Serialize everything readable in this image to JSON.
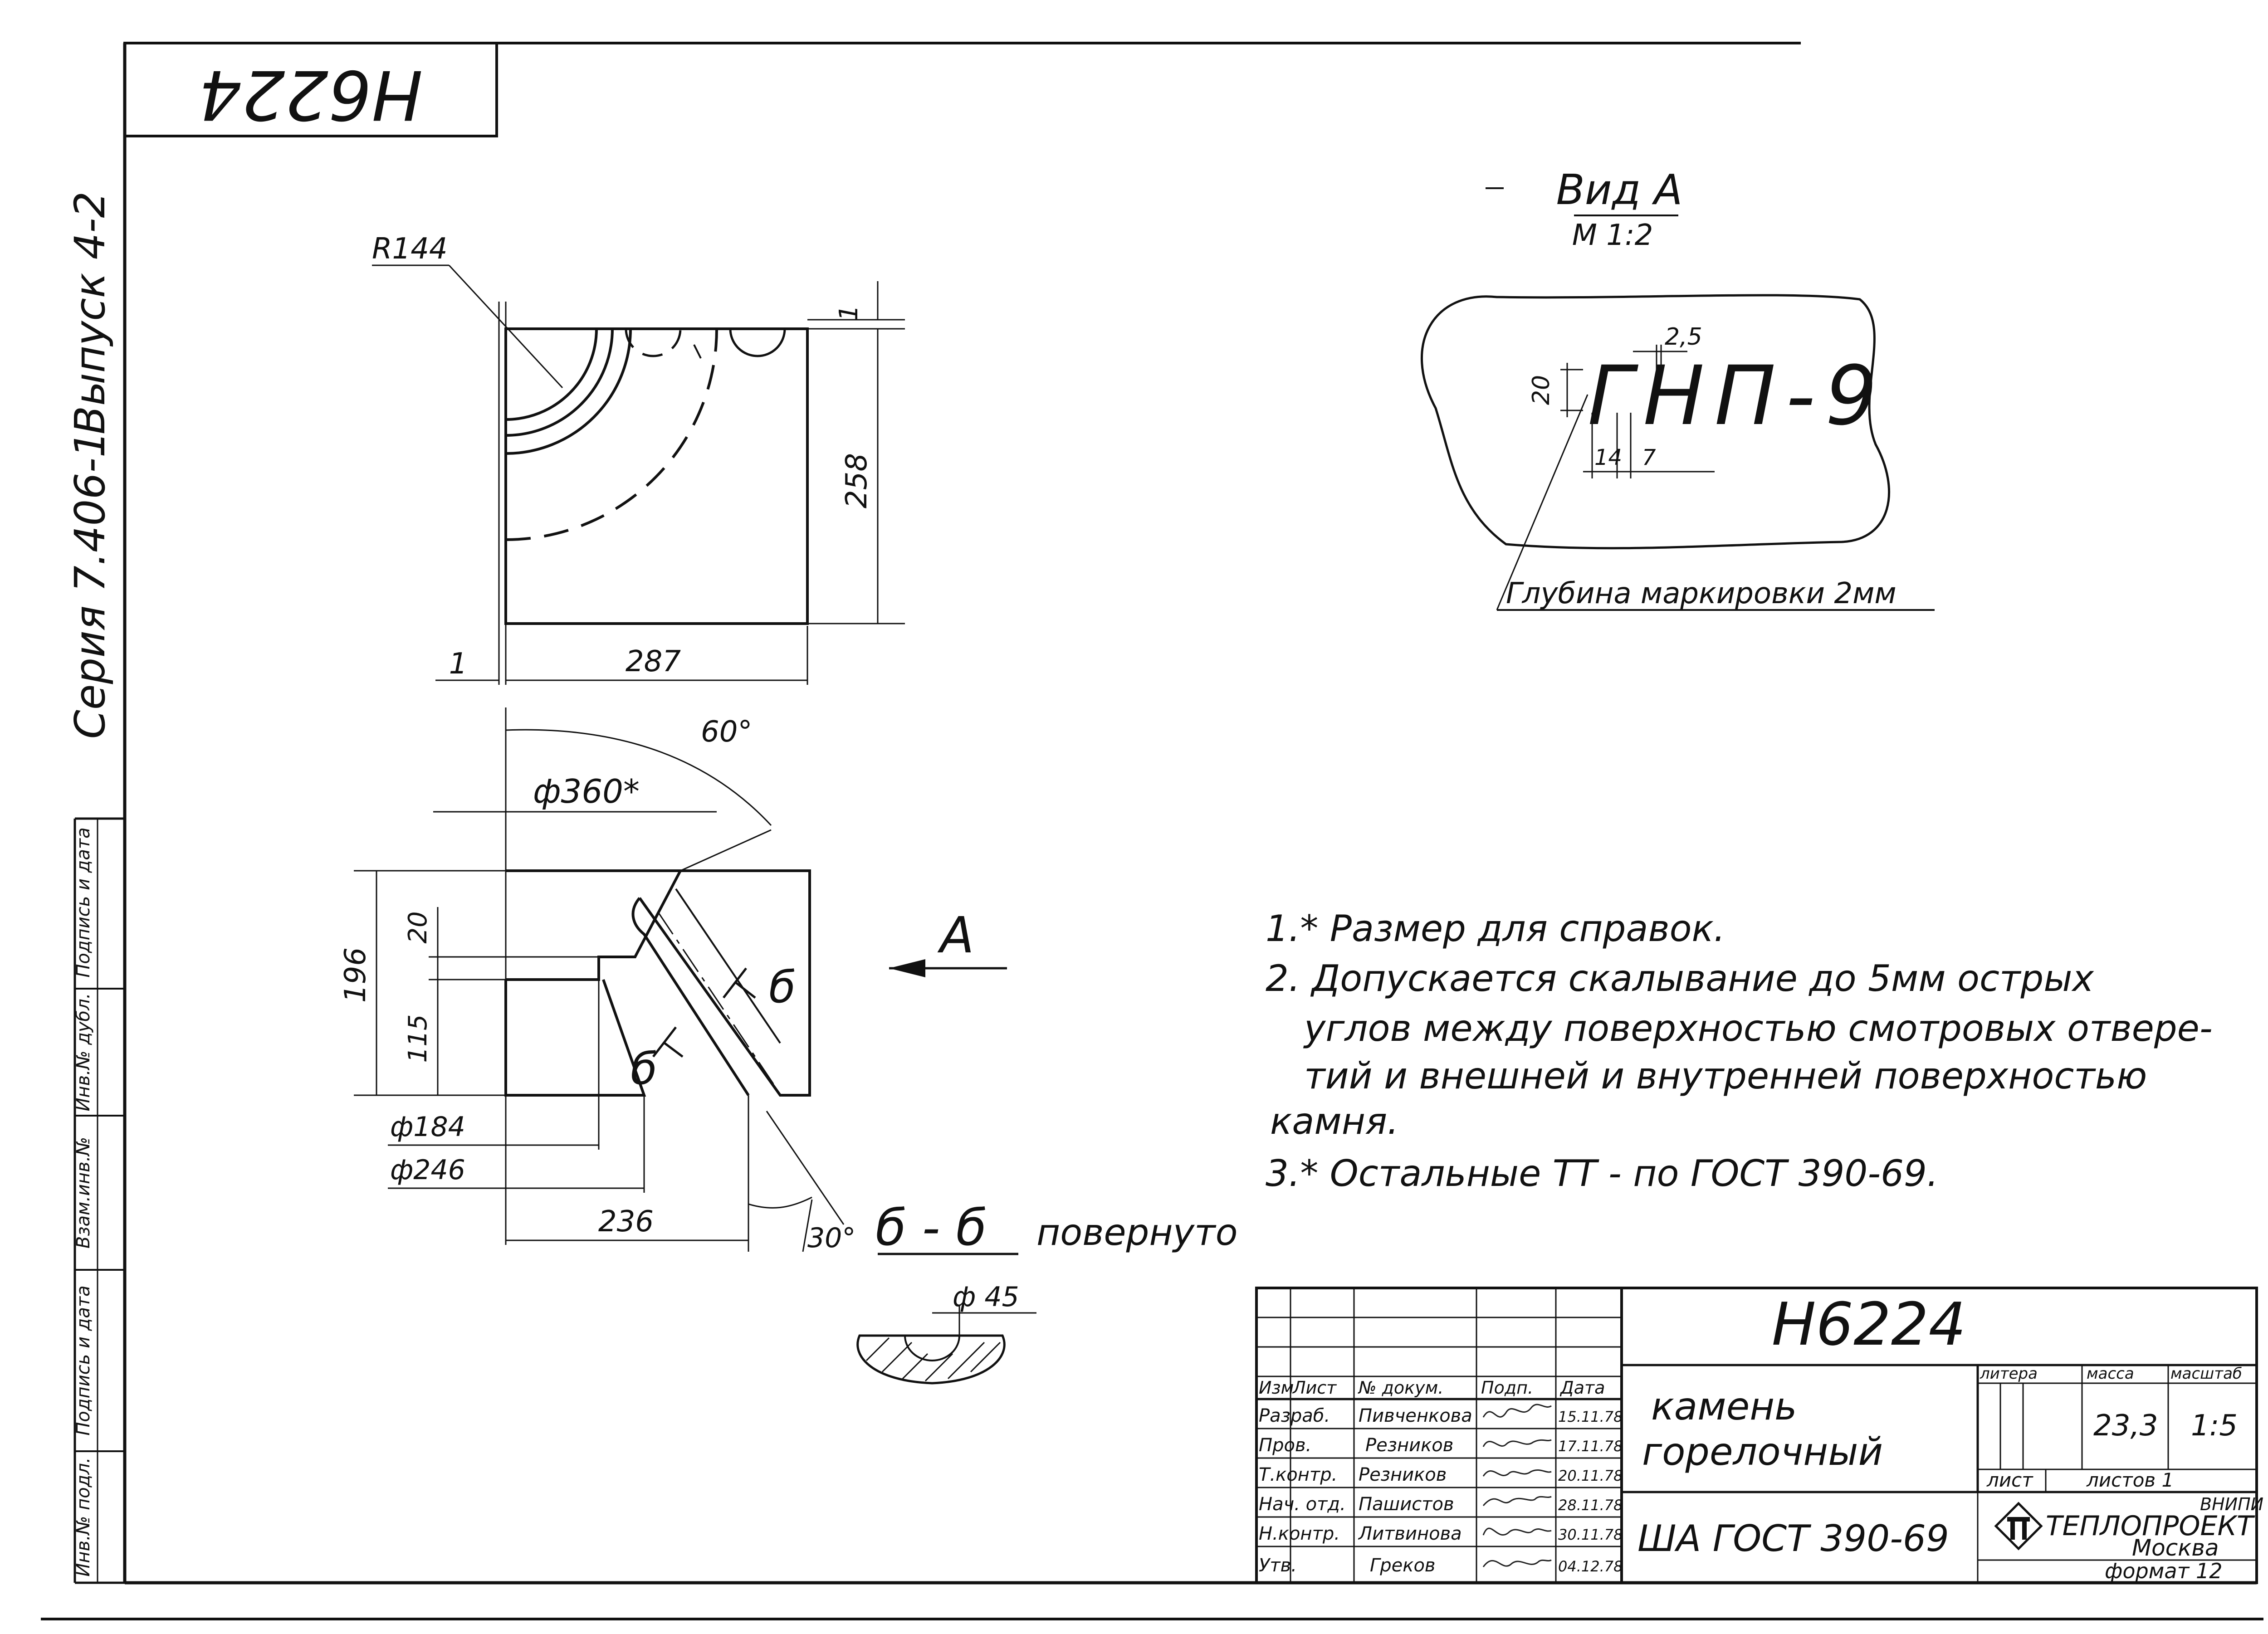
{
  "stamp_top": "H6224",
  "side_margin": {
    "series": "Серия 7.406-1",
    "issue": "Выпуск 4-2",
    "cells": [
      "Инв.№ подл.",
      "Подпись и дата",
      "Взам.инв.№",
      "Инв.№ дубл.",
      "Подпись и дата"
    ]
  },
  "view_a": {
    "title": "Вид А",
    "scale": "М 1:2",
    "marking": "ГНП-9",
    "dims": [
      "2,5",
      "20",
      "14",
      "7"
    ],
    "depth_note": "Глубина маркировки 2мм"
  },
  "top_view": {
    "radius": "R144",
    "dims": [
      "1",
      "258",
      "287",
      "1"
    ]
  },
  "section": {
    "angle_top": "60°",
    "diam_ref": "ф360*",
    "dims_v": [
      "196",
      "20",
      "115"
    ],
    "d184": "ф184",
    "d246": "ф246",
    "d236": "236",
    "angle_bottom": "30°",
    "cut_label": "б",
    "view_arrow": "А"
  },
  "cut_title": "б - б",
  "cut_note": "повернуто",
  "cut_diam": "ф 45",
  "notes": [
    "1.* Размер для справок.",
    "2. Допускается скалывание до 5мм острых",
    "углов между поверхностью смотровых отвере-",
    "тий и внешней и внутренней поверхностью",
    "камня.",
    "3.* Остальные ТТ - по ГОСТ 390-69."
  ],
  "title_block": {
    "code": "H6224",
    "name_line1": "камень",
    "name_line2": "горелочный",
    "material": "ША ГОСТ 390-69",
    "col_headers": [
      "Изм",
      "Лист",
      "№ докум.",
      "Подп.",
      "Дата"
    ],
    "rows": [
      {
        "role": "Разраб.",
        "name": "Пивченкова",
        "date": "15.11.78"
      },
      {
        "role": "Пров.",
        "name": "Резников",
        "date": "17.11.78"
      },
      {
        "role": "Т.контр.",
        "name": "Резников",
        "date": "20.11.78"
      },
      {
        "role": "Нач. отд.",
        "name": "Пашистов",
        "date": "28.11.78"
      },
      {
        "role": "Н.контр.",
        "name": "Литвинова",
        "date": "30.11.78"
      },
      {
        "role": "Утв.",
        "name": "Греков",
        "date": "04.12.78"
      }
    ],
    "litera_label": "литера",
    "mass_label": "масса",
    "scale_label": "масштаб",
    "mass": "23,3",
    "scale": "1:5",
    "sheet_label": "лист",
    "sheets_label": "листов 1",
    "org_small": "ВНИПИ",
    "org": "ТЕПЛОПРОЕКТ",
    "city": "Москва",
    "format": "формат 12"
  }
}
